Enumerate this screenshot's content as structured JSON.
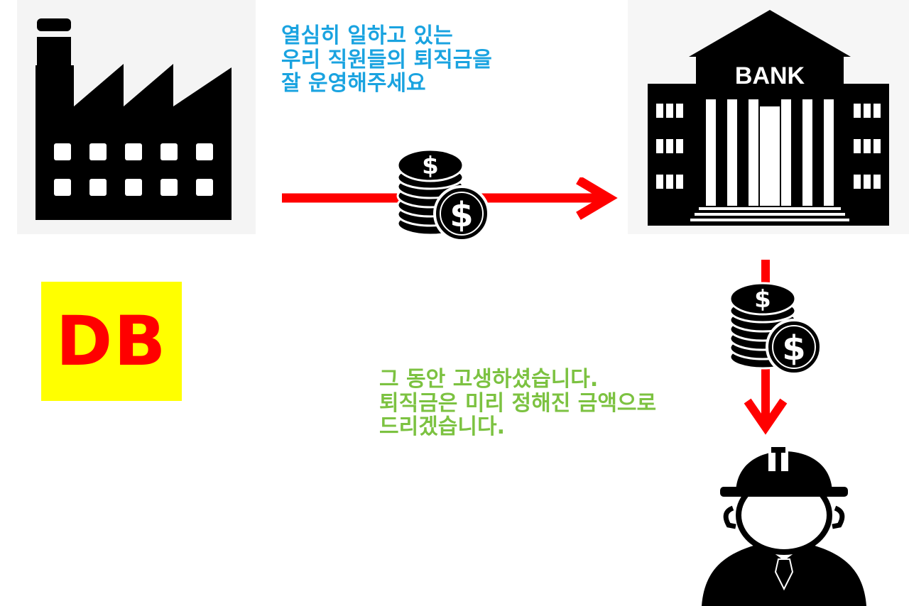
{
  "message_to_bank": {
    "lines": [
      "열심히 일하고 있는",
      "우리 직원들의 퇴직금을",
      "잘 운영해주세요"
    ]
  },
  "message_to_worker": {
    "lines": [
      "그 동안 고생하셨습니다.",
      "퇴직금은 미리 정해진 금액으로",
      "드리겠습니다."
    ]
  },
  "bank": {
    "sign": "BANK"
  },
  "coin_symbol": "$",
  "plan_type": {
    "label": "DB"
  },
  "colors": {
    "arrow": "#ff0000",
    "plan_box": "#ffff00",
    "plan_text": "#ff0000",
    "blue_text": "#1aa3e0",
    "green_text": "#7cc241",
    "icon": "#000000"
  },
  "icons": [
    "factory-icon",
    "bank-building-icon",
    "coin-stack-icon",
    "worker-hardhat-icon"
  ]
}
